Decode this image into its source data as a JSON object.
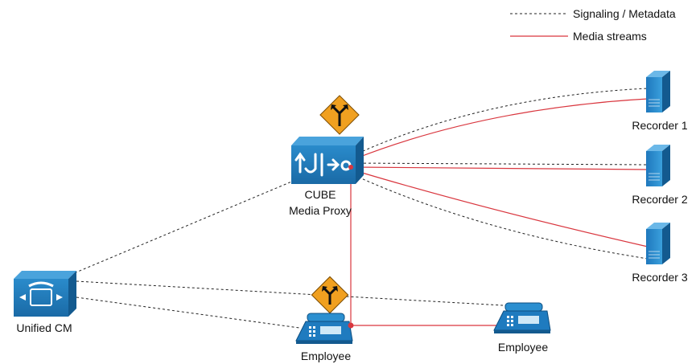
{
  "legend": {
    "signaling_label": "Signaling / Metadata",
    "media_label": "Media streams"
  },
  "nodes": {
    "cube_line1": "CUBE",
    "cube_line2": "Media Proxy",
    "unified_cm": "Unified CM",
    "recorder1": "Recorder 1",
    "recorder2": "Recorder 2",
    "recorder3": "Recorder 3",
    "employee_left": "Employee",
    "employee_right": "Employee"
  },
  "colors": {
    "signaling": "#222222",
    "media": "#d9363e",
    "device": "#1f7bbf",
    "device_dark": "#135a8f",
    "diamond": "#f0a020",
    "server": "#2b8fd0"
  },
  "icons": {
    "router_sign": "route-sign-icon",
    "cube": "media-proxy-icon",
    "ucm": "call-manager-icon",
    "recorder": "server-icon",
    "phone": "ip-phone-icon"
  }
}
